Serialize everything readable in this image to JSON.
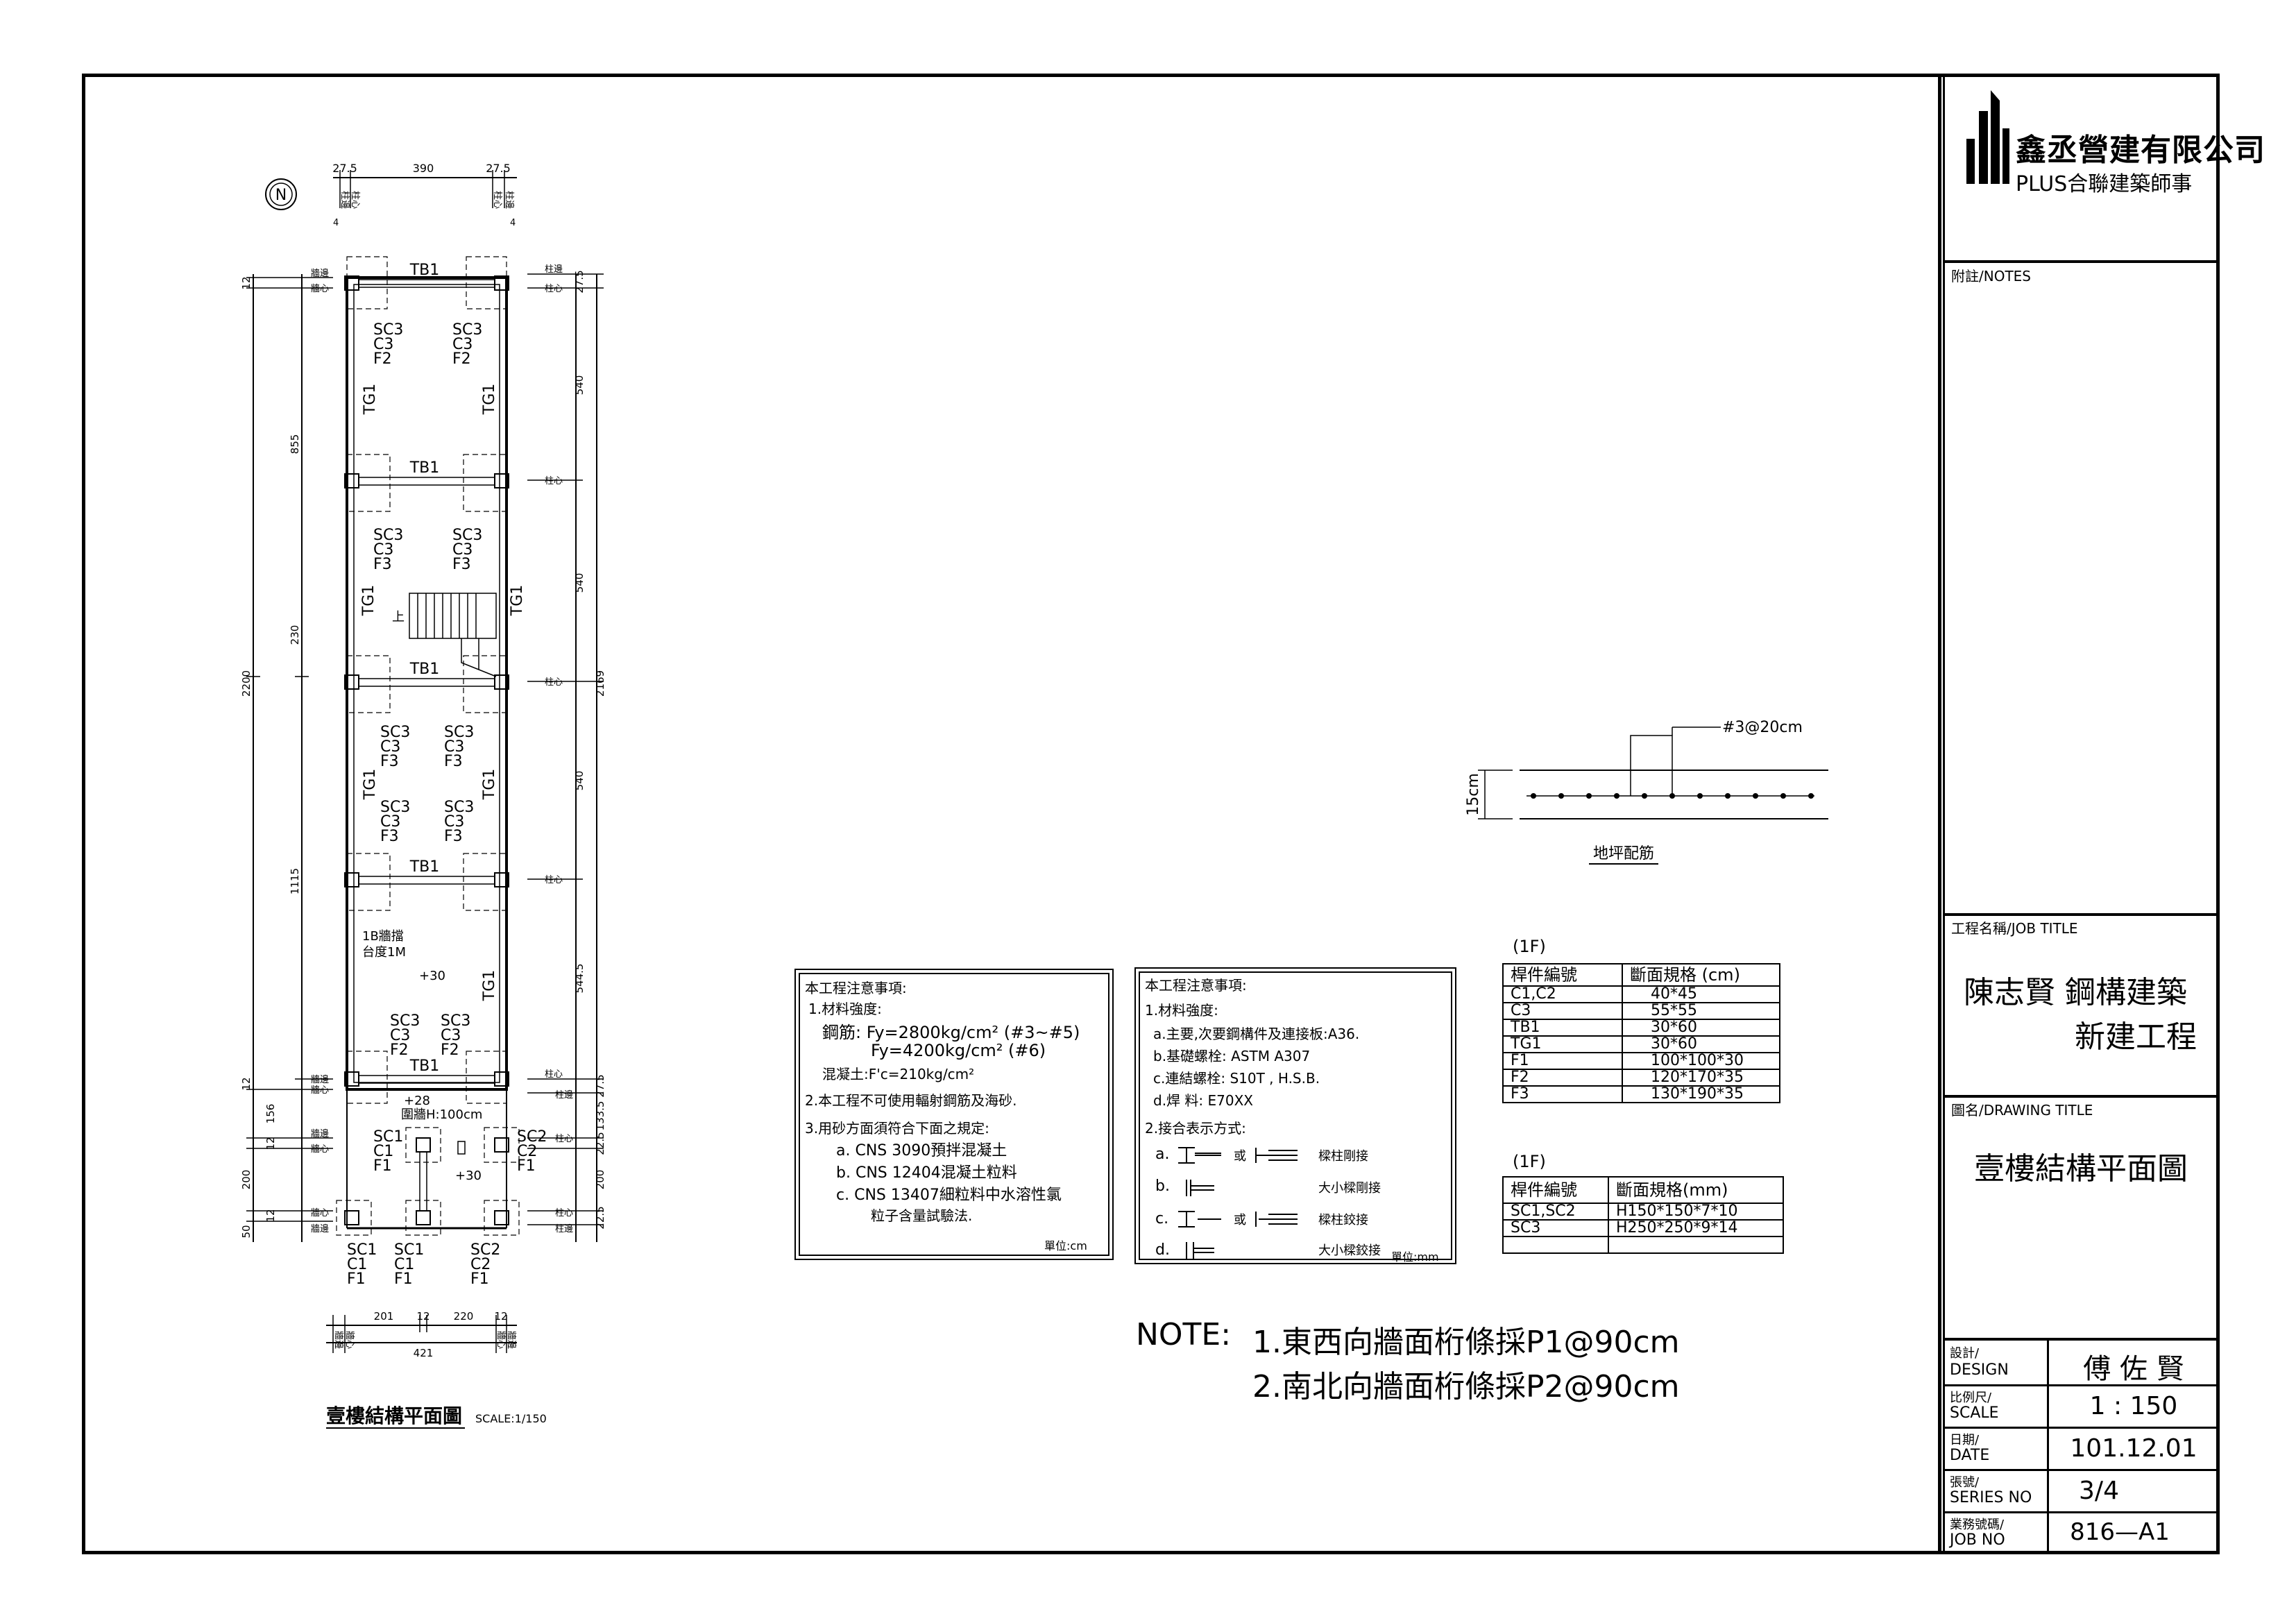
{
  "title_block": {
    "company_name": "鑫丞營建有限公司",
    "company_sub": "PLUS合聯建築師事",
    "notes_label": "附註/NOTES",
    "job_title_label": "工程名稱/JOB  TITLE",
    "job_title_line1": "陳志賢  鋼構建築",
    "job_title_line2": "新建工程",
    "drawing_title_label": "圖名/DRAWING  TITLE",
    "drawing_title": "壹樓結構平面圖",
    "rows": [
      {
        "label_top": "設計/",
        "label_bottom": "DESIGN",
        "value": "傅 佐 賢"
      },
      {
        "label_top": "比例尺/",
        "label_bottom": "SCALE",
        "value": "1 : 150"
      },
      {
        "label_top": "日期/",
        "label_bottom": "DATE",
        "value": "101.12.01"
      },
      {
        "label_top": "張號/",
        "label_bottom": "SERIES  NO",
        "value": "3/4"
      },
      {
        "label_top": "業務號碼/",
        "label_bottom": "JOB  NO",
        "value": "816—A1"
      }
    ]
  },
  "plan": {
    "north_symbol": "N",
    "caption": "壹樓結構平面圖",
    "caption_scale": "SCALE:1/150",
    "top_dims": [
      "27.5",
      "390",
      "27.5"
    ],
    "bottom_dims": [
      "201",
      "12",
      "220",
      "12"
    ],
    "bottom_total": "421",
    "left_dims": [
      "12",
      "855",
      "230",
      "2200",
      "1115",
      "12",
      "156",
      "12",
      "200",
      "12",
      "50"
    ],
    "right_dims": [
      "27.5",
      "540",
      "540",
      "2169",
      "540",
      "544.5",
      "27.5",
      "133.5",
      "22.5",
      "200",
      "22.5"
    ],
    "beam_labels": [
      "TB1",
      "TB1",
      "TB1",
      "TB1",
      "TB1"
    ],
    "girder_label": "TG1",
    "col_groups": [
      {
        "l1": "SC3",
        "l2": "C3",
        "l3": "F2"
      },
      {
        "l1": "SC3",
        "l2": "C3",
        "l3": "F2"
      },
      {
        "l1": "SC3",
        "l2": "C3",
        "l3": "F3"
      },
      {
        "l1": "SC3",
        "l2": "C3",
        "l3": "F3"
      },
      {
        "l1": "SC3",
        "l2": "C3",
        "l3": "F3"
      },
      {
        "l1": "SC3",
        "l2": "C3",
        "l3": "F3"
      },
      {
        "l1": "SC3",
        "l2": "C3",
        "l3": "F3"
      },
      {
        "l1": "SC3",
        "l2": "C3",
        "l3": "F3"
      },
      {
        "l1": "SC3",
        "l2": "C3",
        "l3": "F2"
      },
      {
        "l1": "SC3",
        "l2": "C3",
        "l3": "F2"
      },
      {
        "l1": "SC1",
        "l2": "C1",
        "l3": "F1"
      },
      {
        "l1": "SC2",
        "l2": "C2",
        "l3": "F1"
      },
      {
        "l1": "SC1",
        "l2": "C1",
        "l3": "F1"
      },
      {
        "l1": "SC1",
        "l2": "C1",
        "l3": "F1"
      },
      {
        "l1": "SC2",
        "l2": "C2",
        "l3": "F1"
      }
    ],
    "small_labels": {
      "wall_note": "1B牆擋",
      "height_note": "台度1M",
      "level_30a": "+30",
      "level_28": "+28",
      "height_h": "圍牆H:100cm",
      "level_30b": "+30",
      "stair_up": "上",
      "col_center": "柱心",
      "col_edge": "柱邊",
      "wall_center": "牆心",
      "wall_edge": "牆邊",
      "setback": "4"
    }
  },
  "slab_detail": {
    "rebar_label": "#3@20cm",
    "thickness": "15cm",
    "caption": "地坪配筋"
  },
  "notes_a": {
    "heading": "本工程注意事項:",
    "lines": [
      "1.材料強度:",
      "鋼筋: Fy=2800kg/cm² (#3~#5)",
      "Fy=4200kg/cm² (#6)",
      "混凝土:F'c=210kg/cm²",
      "2.本工程不可使用輻射鋼筋及海砂.",
      "3.用砂方面須符合下面之規定:",
      "a.  CNS  3090預拌混凝土",
      "b.  CNS  12404混凝土粒料",
      "c.  CNS  13407細粒料中水溶性氯",
      "粒子含量試驗法."
    ],
    "unit": "單位:cm"
  },
  "notes_b": {
    "heading": "本工程注意事項:",
    "lines": [
      "1.材料強度:",
      "a.主要,次要鋼構件及連接板:A36.",
      "b.基礎螺栓:  ASTM  A307",
      "c.連結螺栓:  S10T  , H.S.B.",
      "d.焊     料:  E70XX",
      "2.接合表示方式:"
    ],
    "joints": [
      {
        "mark": "a.",
        "or": "或",
        "desc": "樑柱剛接"
      },
      {
        "mark": "b.",
        "or": "",
        "desc": "大小樑剛接"
      },
      {
        "mark": "c.",
        "or": "或",
        "desc": "樑柱鉸接"
      },
      {
        "mark": "d.",
        "or": "",
        "desc": "大小樑鉸接"
      }
    ],
    "unit": "單位:mm"
  },
  "table_rc": {
    "caption": "(1F)",
    "headers": [
      "桿件編號",
      "斷面規格  (cm)"
    ],
    "rows": [
      [
        "C1,C2",
        "40*45"
      ],
      [
        "C3",
        "55*55"
      ],
      [
        "TB1",
        "30*60"
      ],
      [
        "TG1",
        "30*60"
      ],
      [
        "F1",
        "100*100*30"
      ],
      [
        "F2",
        "120*170*35"
      ],
      [
        "F3",
        "130*190*35"
      ]
    ]
  },
  "table_steel": {
    "caption": "(1F)",
    "headers": [
      "桿件編號",
      "斷面規格(mm)"
    ],
    "rows": [
      [
        "SC1,SC2",
        "H150*150*7*10"
      ],
      [
        "SC3",
        "H250*250*9*14"
      ]
    ]
  },
  "bottom_note": {
    "prefix": "NOTE:",
    "line1": "1.東西向牆面桁條採P1@90cm",
    "line2": "2.南北向牆面桁條採P2@90cm"
  }
}
